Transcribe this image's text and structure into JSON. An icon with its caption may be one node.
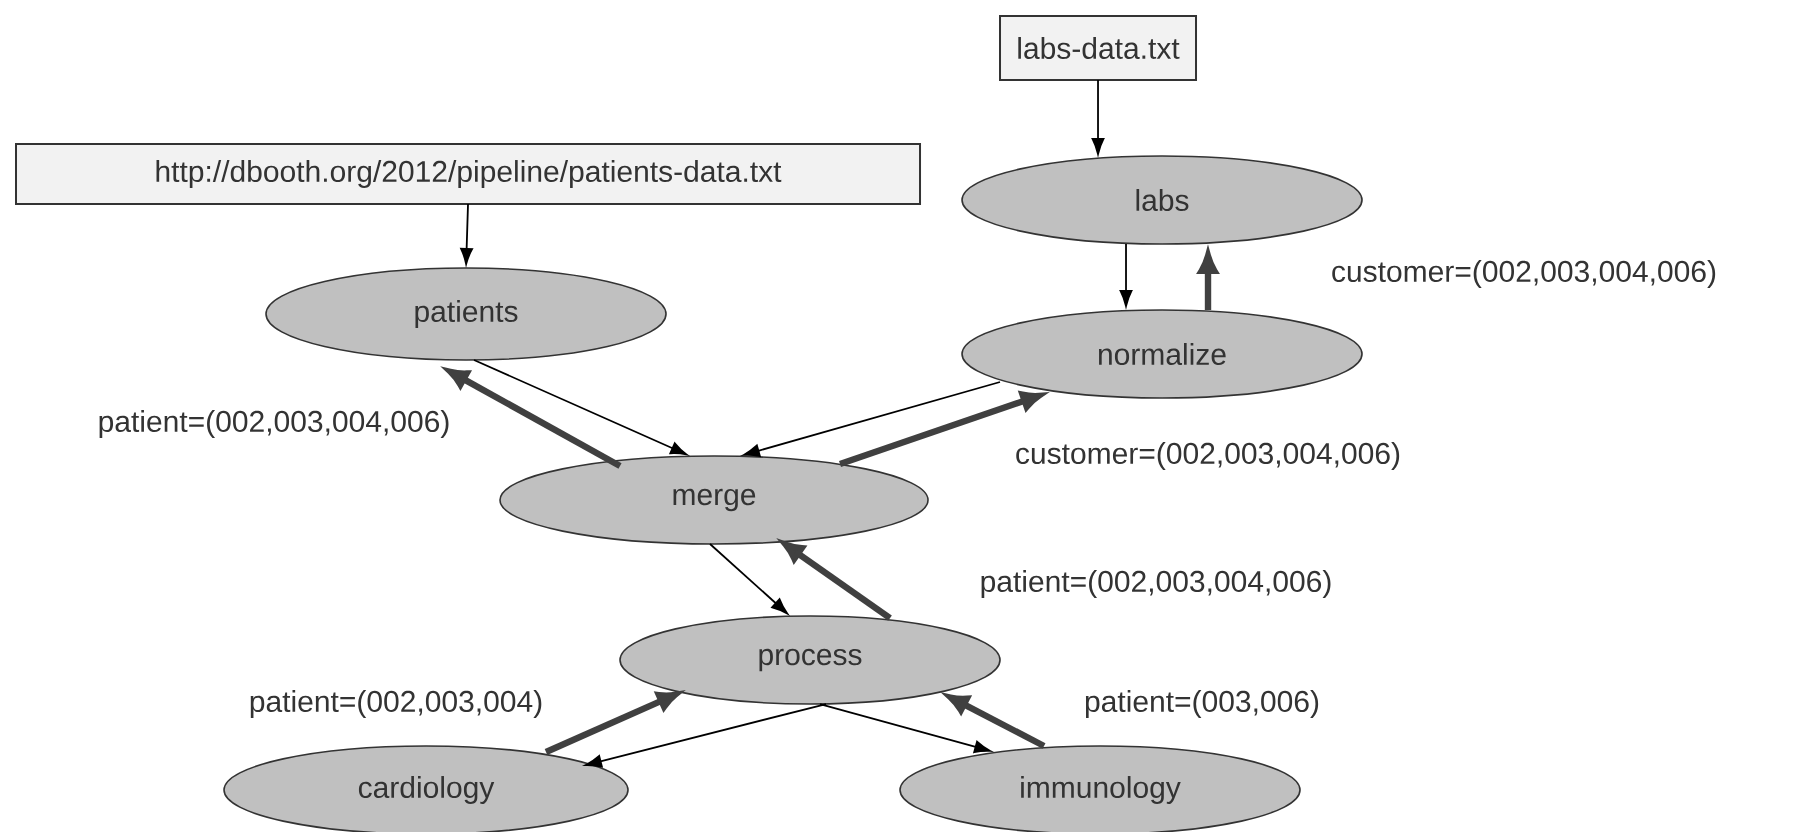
{
  "diagram": {
    "nodes": [
      {
        "text": [
          "labs-data.txt"
        ]
      },
      {
        "text": [
          "http://dbooth.org/2012/pipeline/patients-data.txt"
        ]
      },
      {
        "text": [
          "patients"
        ]
      },
      {
        "text": [
          "labs"
        ]
      },
      {
        "text": [
          "normalize"
        ]
      },
      {
        "text": [
          "merge"
        ]
      },
      {
        "text": [
          "process"
        ]
      },
      {
        "text": [
          "cardiology"
        ]
      },
      {
        "text": [
          "immunology"
        ]
      }
    ],
    "edges": [
      {
        "from": 0,
        "to": 3,
        "arrow": "to"
      },
      {
        "from": 1,
        "to": 2,
        "arrow": "to"
      },
      {
        "from": 3,
        "to": 4,
        "arrow": "to"
      },
      {
        "from": 4,
        "to": 3,
        "arrow": "to",
        "style": "thick",
        "color": "#404040",
        "label": "customer=(002,003,004,006)"
      },
      {
        "from": 2,
        "to": 5,
        "arrow": "to"
      },
      {
        "from": 5,
        "to": 2,
        "arrow": "to",
        "style": "thick",
        "color": "#404040",
        "label": "patient=(002,003,004,006)"
      },
      {
        "from": 4,
        "to": 5,
        "arrow": "to"
      },
      {
        "from": 5,
        "to": 4,
        "arrow": "to",
        "style": "thick",
        "color": "#404040",
        "label": "customer=(002,003,004,006)"
      },
      {
        "from": 5,
        "to": 6,
        "arrow": "to"
      },
      {
        "from": 6,
        "to": 5,
        "arrow": "to",
        "style": "thick",
        "color": "#404040",
        "label": "patient=(002,003,004,006)"
      },
      {
        "from": 6,
        "to": 7,
        "arrow": "to"
      },
      {
        "from": 7,
        "to": 6,
        "arrow": "to",
        "style": "thick",
        "color": "#404040",
        "label": "patient=(002,003,004)"
      },
      {
        "from": 6,
        "to": 8,
        "arrow": "to"
      },
      {
        "from": 8,
        "to": 6,
        "arrow": "to",
        "style": "thick",
        "color": "#404040",
        "label": "patient=(003,006)"
      }
    ]
  }
}
